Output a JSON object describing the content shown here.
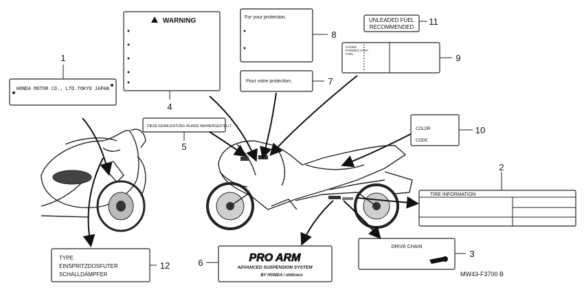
{
  "diagram_code": "MW43-F3700 B",
  "parts": [
    {
      "number": "1",
      "text": "HONDA MOTOR CO., LTD.TOKYO JAPAN"
    },
    {
      "number": "2",
      "text": "TIRE INFORMATION"
    },
    {
      "number": "3",
      "text": "DRIVE CHAIN"
    },
    {
      "number": "4",
      "text": "WARNING"
    },
    {
      "number": "5",
      "text": "DIESE KENNLEISTUNG WURDE NEHHERGESTELLT"
    },
    {
      "number": "6",
      "text": "PRO ARM",
      "text2": "ADVANCED SUSPENSION SYSTEM",
      "text3": "BY HONDA / ohlinsco"
    },
    {
      "number": "7",
      "text": "Pour votre protection."
    },
    {
      "number": "8",
      "text": "For your protection."
    },
    {
      "number": "9",
      "text": "CHOKE",
      "text2": "PARKING STEP",
      "text3": "FUEL"
    },
    {
      "number": "10",
      "text": "COLOR",
      "text2": "CODE"
    },
    {
      "number": "11",
      "text": "UNLEADED FUEL",
      "text2": "RECOMMENDED"
    },
    {
      "number": "12",
      "text": "TYPE",
      "text2": "EINSPRITZDOSFUTER",
      "text3": "SCHALLDÄMPFER"
    }
  ]
}
